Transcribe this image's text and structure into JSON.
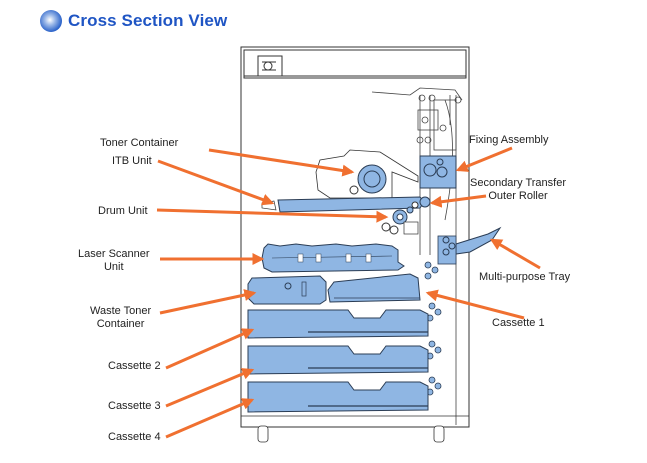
{
  "header": {
    "title": "Cross Section View",
    "bullet_icon": "blue-sphere-bullet"
  },
  "colors": {
    "part_fill": "#8fb6e3",
    "part_stroke": "#2b3d55",
    "arrow": "#f07030",
    "title": "#1f55c4",
    "outline": "#333333"
  },
  "labels": {
    "toner_container": "Toner Container",
    "itb_unit": "ITB Unit",
    "drum_unit": "Drum Unit",
    "laser_scanner_1": "Laser Scanner",
    "laser_scanner_2": "Unit",
    "waste_toner_1": "Waste Toner",
    "waste_toner_2": "Container",
    "cassette_2": "Cassette 2",
    "cassette_3": "Cassette 3",
    "cassette_4": "Cassette 4",
    "fixing_assembly": "Fixing Assembly",
    "secondary_transfer_1": "Secondary Transfer",
    "secondary_transfer_2": "Outer Roller",
    "multi_purpose_tray": "Multi-purpose Tray",
    "cassette_1": "Cassette 1"
  }
}
